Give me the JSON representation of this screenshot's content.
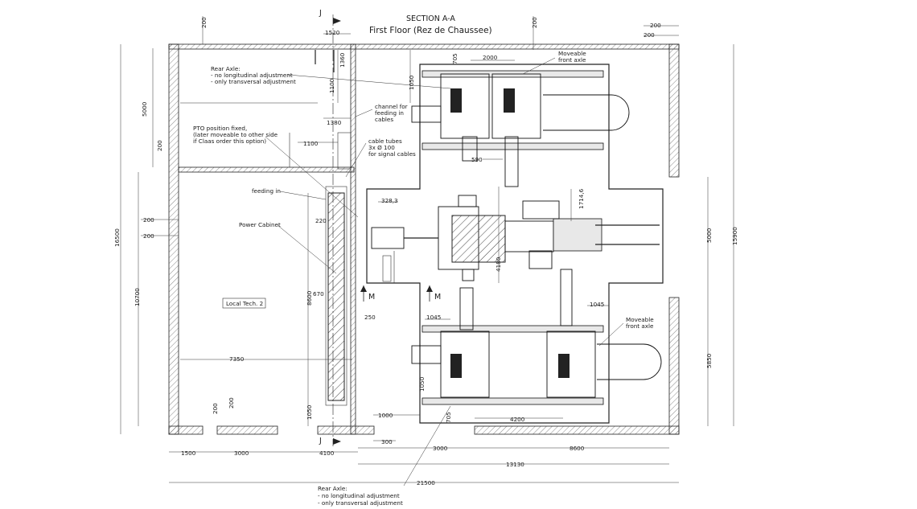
{
  "title": {
    "section": "SECTION A-A",
    "floor": "First Floor (Rez de Chaussee)"
  },
  "section_marks": {
    "j_top": "J",
    "j_bottom": "J",
    "m_left": "M",
    "m_right": "M"
  },
  "notes": {
    "rear_axle_top_title": "Rear Axle:",
    "rear_axle_top_line1": "- no longitudinal adjustment",
    "rear_axle_top_line2": "- only transversal adjustment",
    "pto_line1": "PTO position fixed,",
    "pto_line2": "(later moveable to other side",
    "pto_line3": "if Claas order this option)",
    "channel_line1": "channel for",
    "channel_line2": "feeding in",
    "channel_line3": "cables",
    "cable_line1": "cable tubes",
    "cable_line2": "3x  Ø 100",
    "cable_line3": "for signal cables",
    "feeding_in": "feeding in",
    "power_cabinet": "Power Cabinet",
    "local_tech": "Local Tech. 2",
    "moveable_top_line1": "Moveable",
    "moveable_top_line2": "front axle",
    "moveable_bottom_line1": "Moveable",
    "moveable_bottom_line2": "front axle",
    "rear_axle_bottom_title": "Rear Axle:",
    "rear_axle_bottom_line1": "- no longitudinal adjustment",
    "rear_axle_bottom_line2": "- only transversal adjustment"
  },
  "dimensions": {
    "d200_top_left": "200",
    "d1520": "1520",
    "d200_top_right": "200",
    "d200_right_a": "200",
    "d200_right_b": "200",
    "d1360": "1360",
    "d1100_v": "1100",
    "d1380": "1380",
    "d1100_h": "1100",
    "d5000_left": "5000",
    "d200_left_v": "200",
    "d2000": "2000",
    "d1050_top": "1050",
    "d705_top": "705",
    "d590": "590",
    "d328_3": "328,3",
    "d1714_6": "1714,6",
    "d220": "220",
    "d4180": "4180",
    "d200_left_h1": "200",
    "d200_left_h2": "200",
    "d16500": "16500",
    "d10700": "10700",
    "d8600_v": "8600",
    "d670": "670",
    "d250": "250",
    "d7350": "7350",
    "d1045_left": "1045",
    "d1045_right": "1045",
    "d1050_bottom": "1050",
    "d705_bottom": "705",
    "d1050_left_bottom": "1050",
    "d200_bottom_a": "200",
    "d200_bottom_b": "200",
    "d1000": "1000",
    "d4200": "4200",
    "d300": "300",
    "d1500": "1500",
    "d3000_a": "3000",
    "d4100": "4100",
    "d3000_b": "3000",
    "d8600_h": "8600",
    "d13130": "13130",
    "d21500": "21500",
    "d5000_right": "5000",
    "d15900": "15900",
    "d5850": "5850"
  }
}
